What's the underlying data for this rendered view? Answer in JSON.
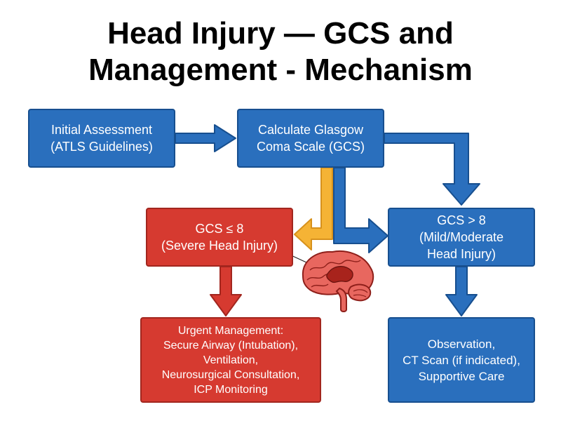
{
  "title": {
    "line1": "Head Injury — GCS and",
    "line2": "Management - Mechanism"
  },
  "nodes": {
    "initial_assessment": {
      "line1": "Initial Assessment",
      "line2": "(ATLS Guidelines)"
    },
    "calculate_gcs": {
      "line1": "Calculate Glasgow",
      "line2": "Coma Scale (GCS)"
    },
    "severe": {
      "line1": "GCS ≤ 8",
      "line2": "(Severe Head Injury)"
    },
    "mild_moderate": {
      "line1": "GCS > 8",
      "line2": "(Mild/Moderate",
      "line3": "Head Injury)"
    },
    "urgent_management": {
      "line1": "Urgent Management:",
      "line2": "Secure Airway (Intubation),",
      "line3": "Ventilation,",
      "line4": "Neurosurgical Consultation,",
      "line5": "ICP Monitoring"
    },
    "observation": {
      "line1": "Observation,",
      "line2": "CT Scan (if indicated),",
      "line3": "Supportive Care"
    }
  },
  "colors": {
    "blue": "#2a6fbd",
    "red": "#d63a30",
    "orange": "#f5b335"
  },
  "icons": {
    "brain": "brain-icon"
  }
}
